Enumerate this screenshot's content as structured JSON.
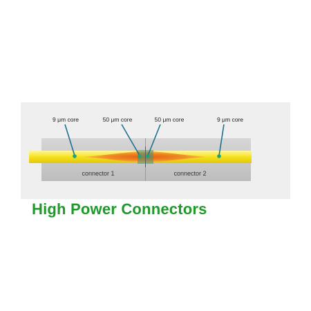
{
  "colors": {
    "background": "#ffffff",
    "panel": "#eeeeee",
    "connector_body": "#c8c8c8",
    "fiber": "#f5e21b",
    "beam_core": "#e8731a",
    "beam_glow": "#f7a53a",
    "leader_line": "#1f6f8f",
    "leader_dot": "#1aa37c",
    "caption": "#1f9a2a"
  },
  "diagram": {
    "callouts": [
      {
        "label": "9 μm core"
      },
      {
        "label": "50 μm core"
      },
      {
        "label": "50 μm core"
      },
      {
        "label": "9 μm core"
      }
    ],
    "connectors": [
      {
        "label": "connector 1"
      },
      {
        "label": "connector 2"
      }
    ]
  },
  "caption": {
    "text": "High Power Connectors"
  }
}
